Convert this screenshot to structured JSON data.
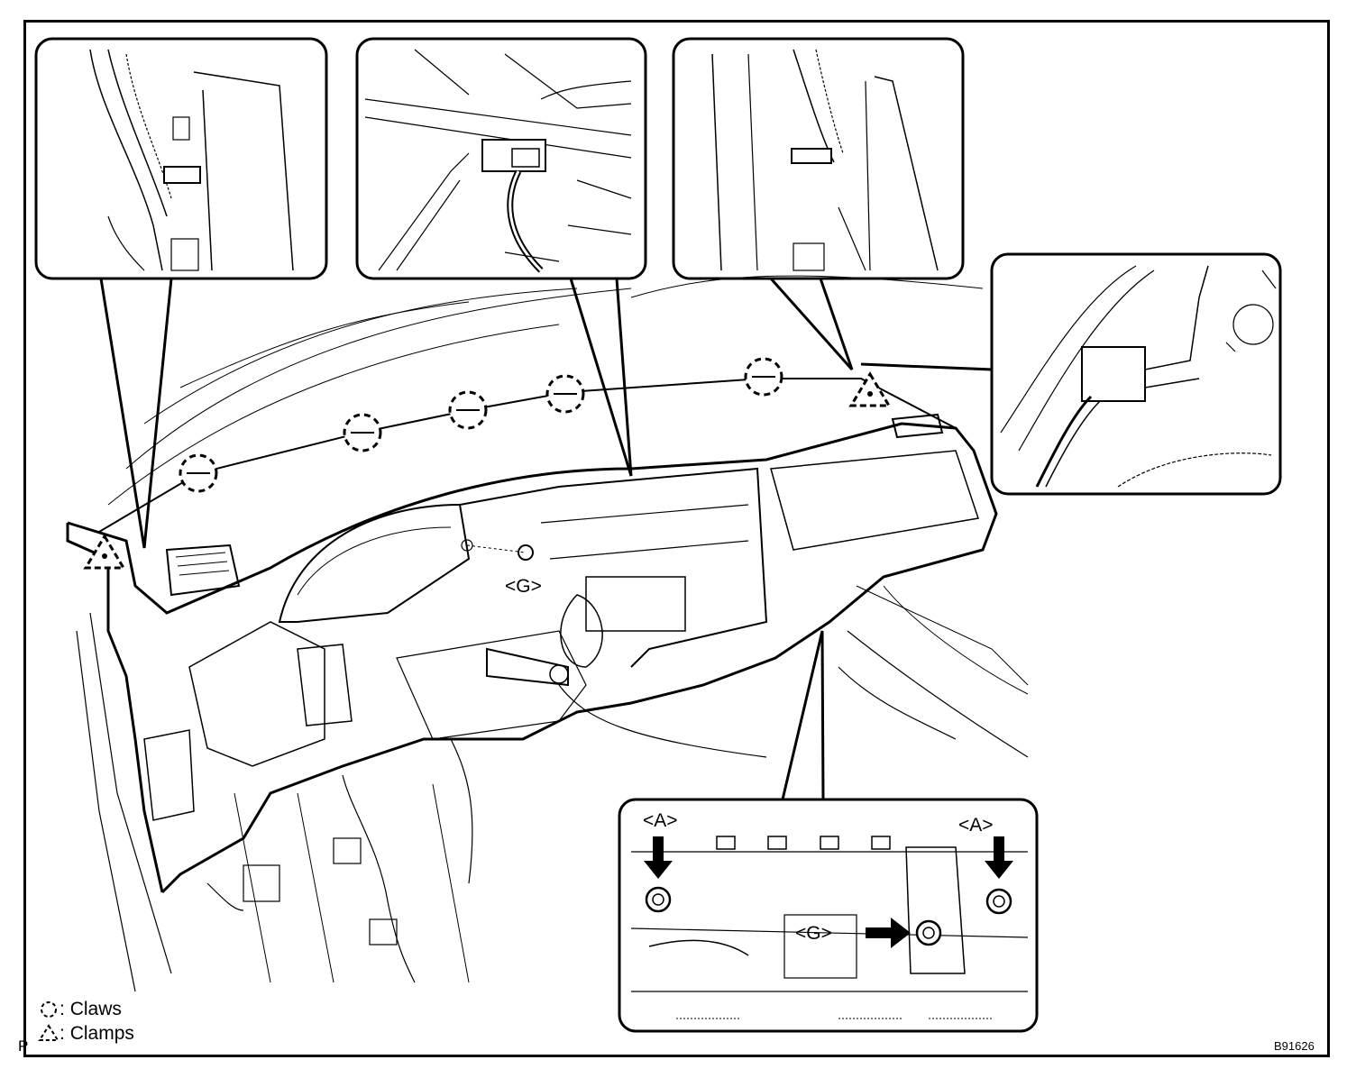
{
  "diagram": {
    "callouts": {
      "g_main": "<G>",
      "g_inset": "<G>",
      "a_left": "<A>",
      "a_right": "<A>"
    },
    "legend": {
      "claws": "Claws",
      "clamps": "Clamps",
      "claws_symbol": "dashed-circle-icon",
      "clamps_symbol": "dashed-triangle-icon",
      "separator": ":"
    },
    "corner_mark": "P",
    "figure_code": "B91626"
  }
}
